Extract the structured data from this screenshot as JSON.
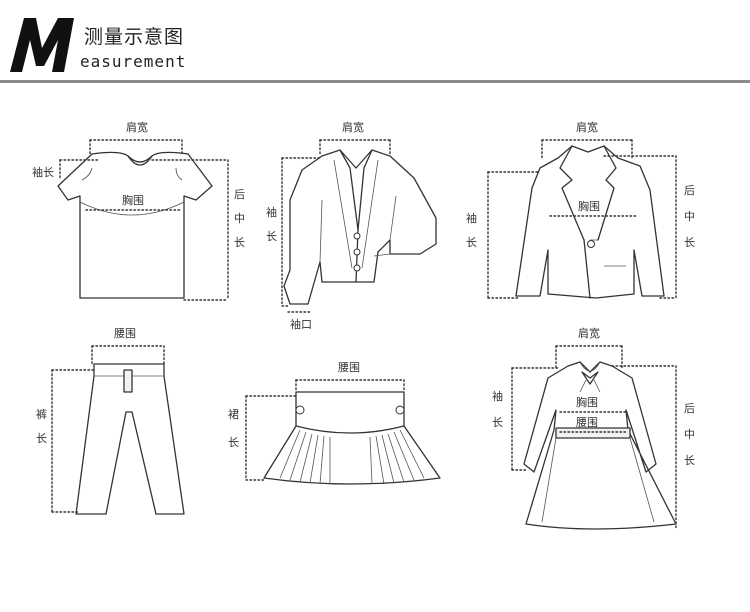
{
  "header": {
    "logo_letter": "M",
    "title_cn": "测量示意图",
    "title_en": "easurement"
  },
  "labels": {
    "shoulder_width": "肩宽",
    "sleeve_length": "袖长",
    "chest": "胸围",
    "back_length_1": "后",
    "back_length_2": "中",
    "back_length_3": "长",
    "sleeve_1": "袖",
    "sleeve_2": "长",
    "cuff": "袖口",
    "waist": "腰围",
    "pants_1": "裤",
    "pants_2": "长",
    "skirt_1": "裙",
    "skirt_2": "长"
  }
}
